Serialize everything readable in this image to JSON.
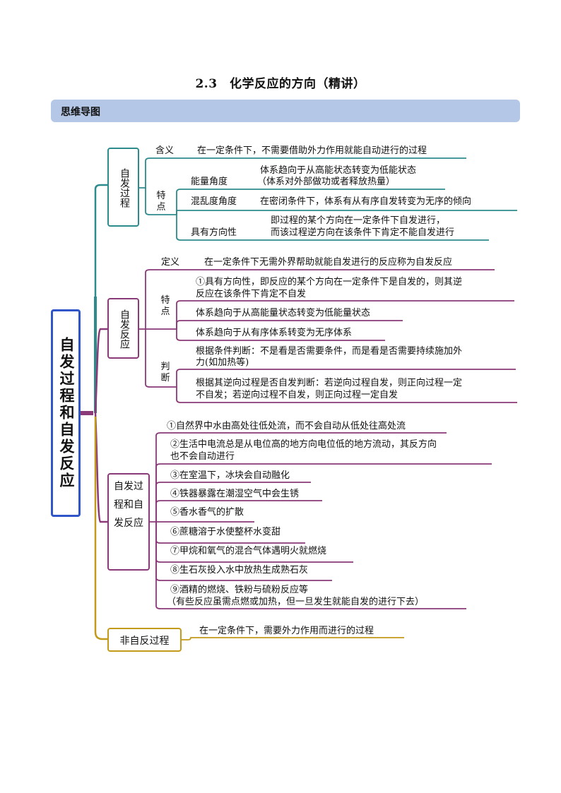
{
  "title": "2.3　化学反应的方向（精讲）",
  "banner": "思维导图",
  "root": "自发过程和自发反应",
  "b1": {
    "label": "自发过程",
    "hanyi_label": "含义",
    "hanyi_text": "在一定条件下，不需要借助外力作用就能自动进行的过程",
    "tedian_label": "特点",
    "nengliang_label": "能量角度",
    "nengliang_text1": "体系趋向于从高能状态转变为低能状态",
    "nengliang_text2": "（体系对外部做功或者释放热量）",
    "hunluan_label": "混乱度角度",
    "hunluan_text": "在密闭条件下，体系有从有序自发转变为无序的倾向",
    "fangxiang_label": "具有方向性",
    "fangxiang_text1": "即过程的某个方向在一定条件下自发进行，",
    "fangxiang_text2": "而该过程逆方向在该条件下肯定不能自发进行"
  },
  "b2": {
    "label": "自发反应",
    "dingyi_label": "定义",
    "dingyi_text": "在一定条件下无需外界帮助就能自发进行的反应称为自发反应",
    "tedian_label": "特点",
    "td1_line1": "①具有方向性，即反应的某个方向在一定条件下是自发的，则其逆",
    "td1_line2": "反应在该条件下肯定不自发",
    "td2": "体系趋向于从高能量状态转变为低能量状态",
    "td3": "体系趋向于从有序体系转变为无序体系",
    "panduan_label": "判断",
    "pd1_line1": "根据条件判断：不是看是否需要条件，而是看是否需要持续施加外",
    "pd1_line2": "力(如加热等)",
    "pd2_line1": "根据其逆向过程是否自发判断：若逆向过程自发，则正向过程一定",
    "pd2_line2": "不自发；若逆向过程不自发，则正向过程一定自发"
  },
  "b3": {
    "label": "自发过程和自发反应",
    "items": [
      "①自然界中水由高处往低处流，而不会自动从低处往高处流",
      "②生活中电流总是从电位高的地方向电位低的地方流动，其反方向",
      "也不会自动进行",
      "③在室温下，冰块会自动融化",
      "④铁器暴露在潮湿空气中会生锈",
      "⑤香水香气的扩散",
      "⑥蔗糖溶于水使整杯水变甜",
      "⑦甲烷和氧气的混合气体遇明火就燃烧",
      "⑧生石灰投入水中放热生成熟石灰",
      "⑨酒精的燃烧、铁粉与硫粉反应等",
      "（有些反应虽需点燃或加热，但一旦发生就能自发的进行下去）"
    ]
  },
  "b4": {
    "label": "非自反过程",
    "text": "在一定条件下，需要外力作用而进行的过程"
  },
  "colors": {
    "teal": "#2e8b8b",
    "purple": "#8a3a78",
    "gold": "#c49a1a",
    "rootBorder": "#2f55c8",
    "banner": "#b4c7e7"
  }
}
